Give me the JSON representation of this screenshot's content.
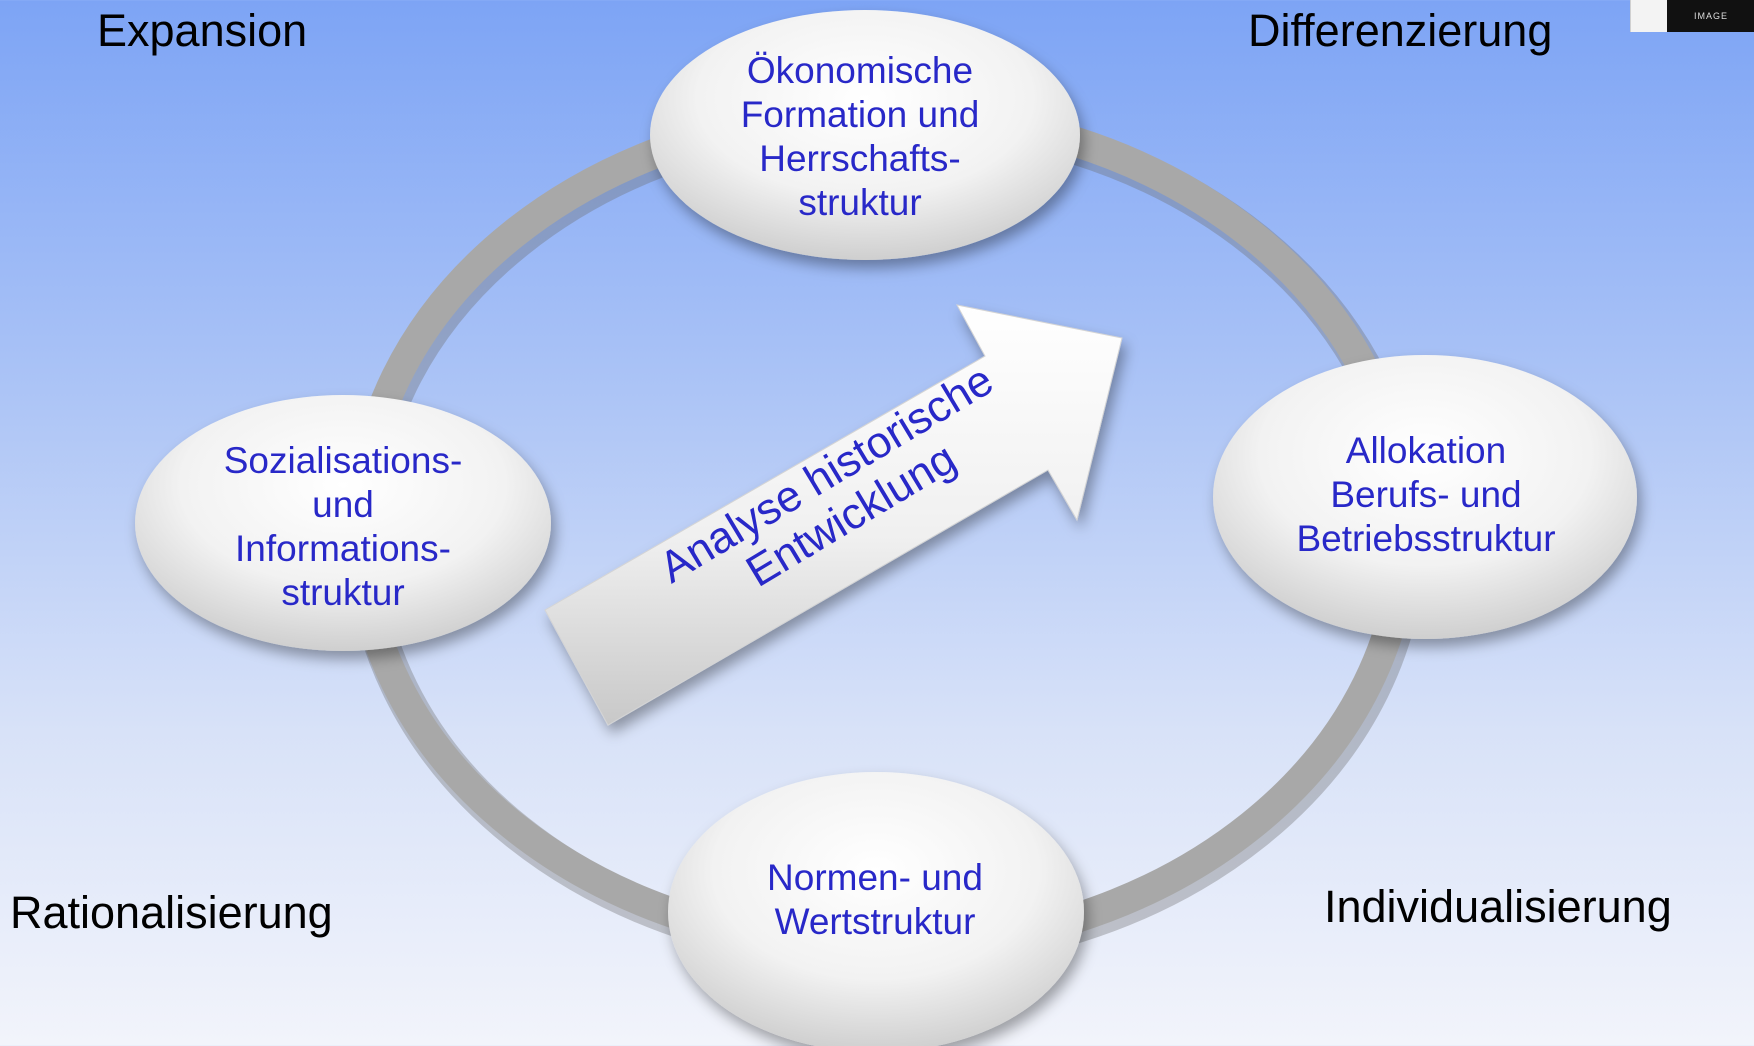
{
  "corners": {
    "top_left": "Expansion",
    "top_right": "Differenzierung",
    "bottom_left": "Rationalisierung",
    "bottom_right": "Individualisierung"
  },
  "nodes": {
    "top": {
      "lines": [
        "Ökonomische",
        "Formation und",
        "Herrschafts-",
        "struktur"
      ]
    },
    "left": {
      "lines": [
        "Sozialisations-",
        "und",
        "Informations-",
        "struktur"
      ]
    },
    "right": {
      "lines": [
        "Allokation",
        "Berufs- und",
        "Betriebsstruktur"
      ]
    },
    "bottom": {
      "lines": [
        "Normen- und",
        "Wertstruktur"
      ]
    }
  },
  "arrow": {
    "lines": [
      "Analyse historische",
      "Entwicklung"
    ]
  },
  "logo": {
    "text": "IMAGE"
  },
  "colors": {
    "label_text": "#2828c8",
    "ring": "#a8a8a8",
    "corner_text": "#000000"
  }
}
